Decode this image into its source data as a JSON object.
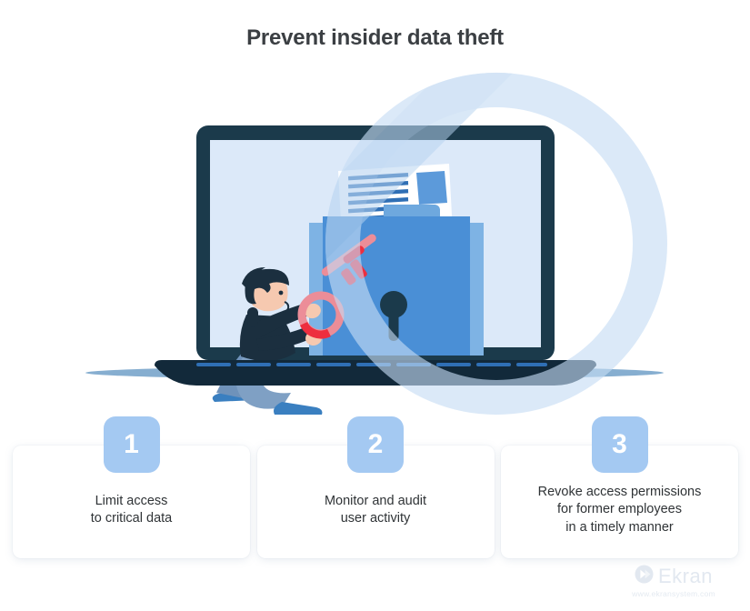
{
  "page": {
    "title": "Prevent insider data theft",
    "background_color": "#ffffff"
  },
  "illustration": {
    "name": "insider-data-theft-illustration",
    "description": "Laptop screen showing a locked blue folder with documents, a kneeling person holding a red key, overlaid with a large translucent blue prohibition sign",
    "elements": [
      "laptop",
      "laptop-screen",
      "folder",
      "padlock-keyhole",
      "document",
      "person-thief",
      "red-key",
      "prohibition-sign"
    ],
    "colors": {
      "laptop_frame": "#1b3a4b",
      "screen": "#dce9f9",
      "folder": "#4a8fd6",
      "folder_back": "#7eb3e4",
      "keyhole": "#1b3a4b",
      "key": "#ef4a5a",
      "key_shaft": "#ec8d98",
      "person_top": "#1b2f3f",
      "person_jeans": "#6f92ba",
      "person_skin": "#f6c9b0",
      "ground": "#4a86b8",
      "prohibition_sign": "#c6ddf5",
      "document_paper": "#ffffff",
      "document_lines": "#2f6fb5"
    }
  },
  "cards": [
    {
      "number": "1",
      "text": "Limit access\nto critical data",
      "badge_color": "#a4c9f2"
    },
    {
      "number": "2",
      "text": "Monitor and audit\nuser activity",
      "badge_color": "#a4c9f2"
    },
    {
      "number": "3",
      "text": "Revoke access permissions\nfor former employees\nin a timely manner",
      "badge_color": "#a4c9f2"
    }
  ],
  "logo": {
    "mark_icon": "double-chevron-circle-icon",
    "word": "Ekran",
    "url": "www.ekransystem.com",
    "color": "#e2e8f0"
  }
}
